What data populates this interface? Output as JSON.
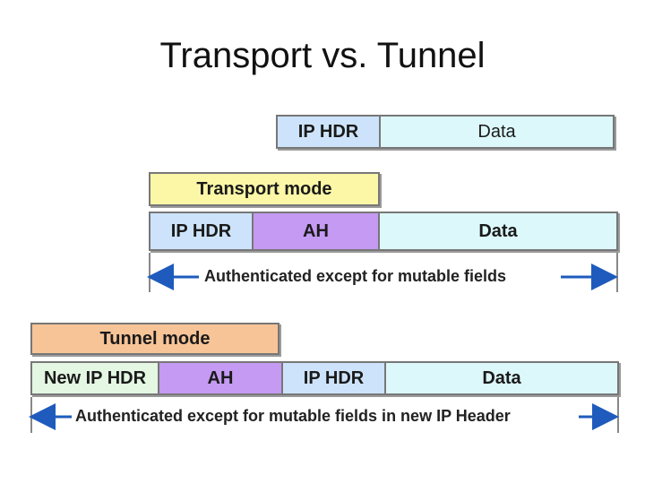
{
  "title": "Transport vs. Tunnel",
  "original": {
    "ip_hdr": "IP HDR",
    "data": "Data"
  },
  "transport": {
    "mode_label": "Transport mode",
    "ip_hdr": "IP HDR",
    "ah": "AH",
    "data": "Data",
    "auth_note": "Authenticated except for mutable fields"
  },
  "tunnel": {
    "mode_label": "Tunnel mode",
    "new_ip_hdr": "New IP HDR",
    "ah": "AH",
    "ip_hdr": "IP HDR",
    "data": "Data",
    "auth_note": "Authenticated except for mutable fields in new IP Header"
  },
  "colors": {
    "ip_hdr": "#cde3fb",
    "data": "#dcf8fb",
    "ah": "#c59af2",
    "transport_mode": "#fbf7a6",
    "tunnel_mode": "#f7c497",
    "new_ip_hdr": "#e3f7e3"
  }
}
